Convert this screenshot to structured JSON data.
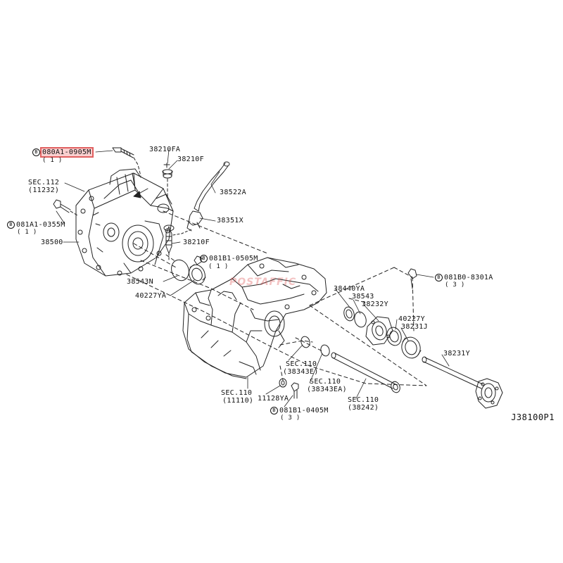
{
  "diagram_id": "J38100P1",
  "watermark": "POSTAFFIC",
  "colors": {
    "line": "#222222",
    "highlight": "#e06060"
  },
  "labels": {
    "p38210FA": "38210FA",
    "p38210F_top": "38210F",
    "p38522A": "38522A",
    "p38351X": "38351X",
    "p38210F": "38210F",
    "p081B1_0505M": "081B1-0505M",
    "p081B1_0505M_qty": "( 1 )",
    "p080A1_0905M": "080A1-0905M",
    "p080A1_0905M_qty": "( 1 )",
    "sec112": "SEC.112",
    "sec112_ref": "(11232)",
    "p081A1_0355M": "081A1-0355M",
    "p081A1_0355M_qty": "( 1 )",
    "p38500": "38500",
    "p38543N": "38543N",
    "p40227YA": "40227YA",
    "p38440YA": "38440YA",
    "p38543": "38543",
    "p38232Y": "38232Y",
    "p40227Y": "40227Y",
    "p38231J": "38231J",
    "p081B0_8301A": "081B0-8301A",
    "p081B0_8301A_qty": "( 3 )",
    "p38231Y": "38231Y",
    "sec110_a": "SEC.110",
    "sec110_a_ref": "(38343E)",
    "sec110_b": "SEC.110",
    "sec110_b_ref": "(38343EA)",
    "sec110_c": "SEC.110",
    "sec110_c_ref": "(38242)",
    "sec110_d": "SEC.110",
    "sec110_d_ref": "(11110)",
    "p11128YA": "11128YA",
    "p081B1_0405M": "081B1-0405M",
    "p081B1_0405M_qty": "( 3 )",
    "bolt_marker": "B"
  }
}
